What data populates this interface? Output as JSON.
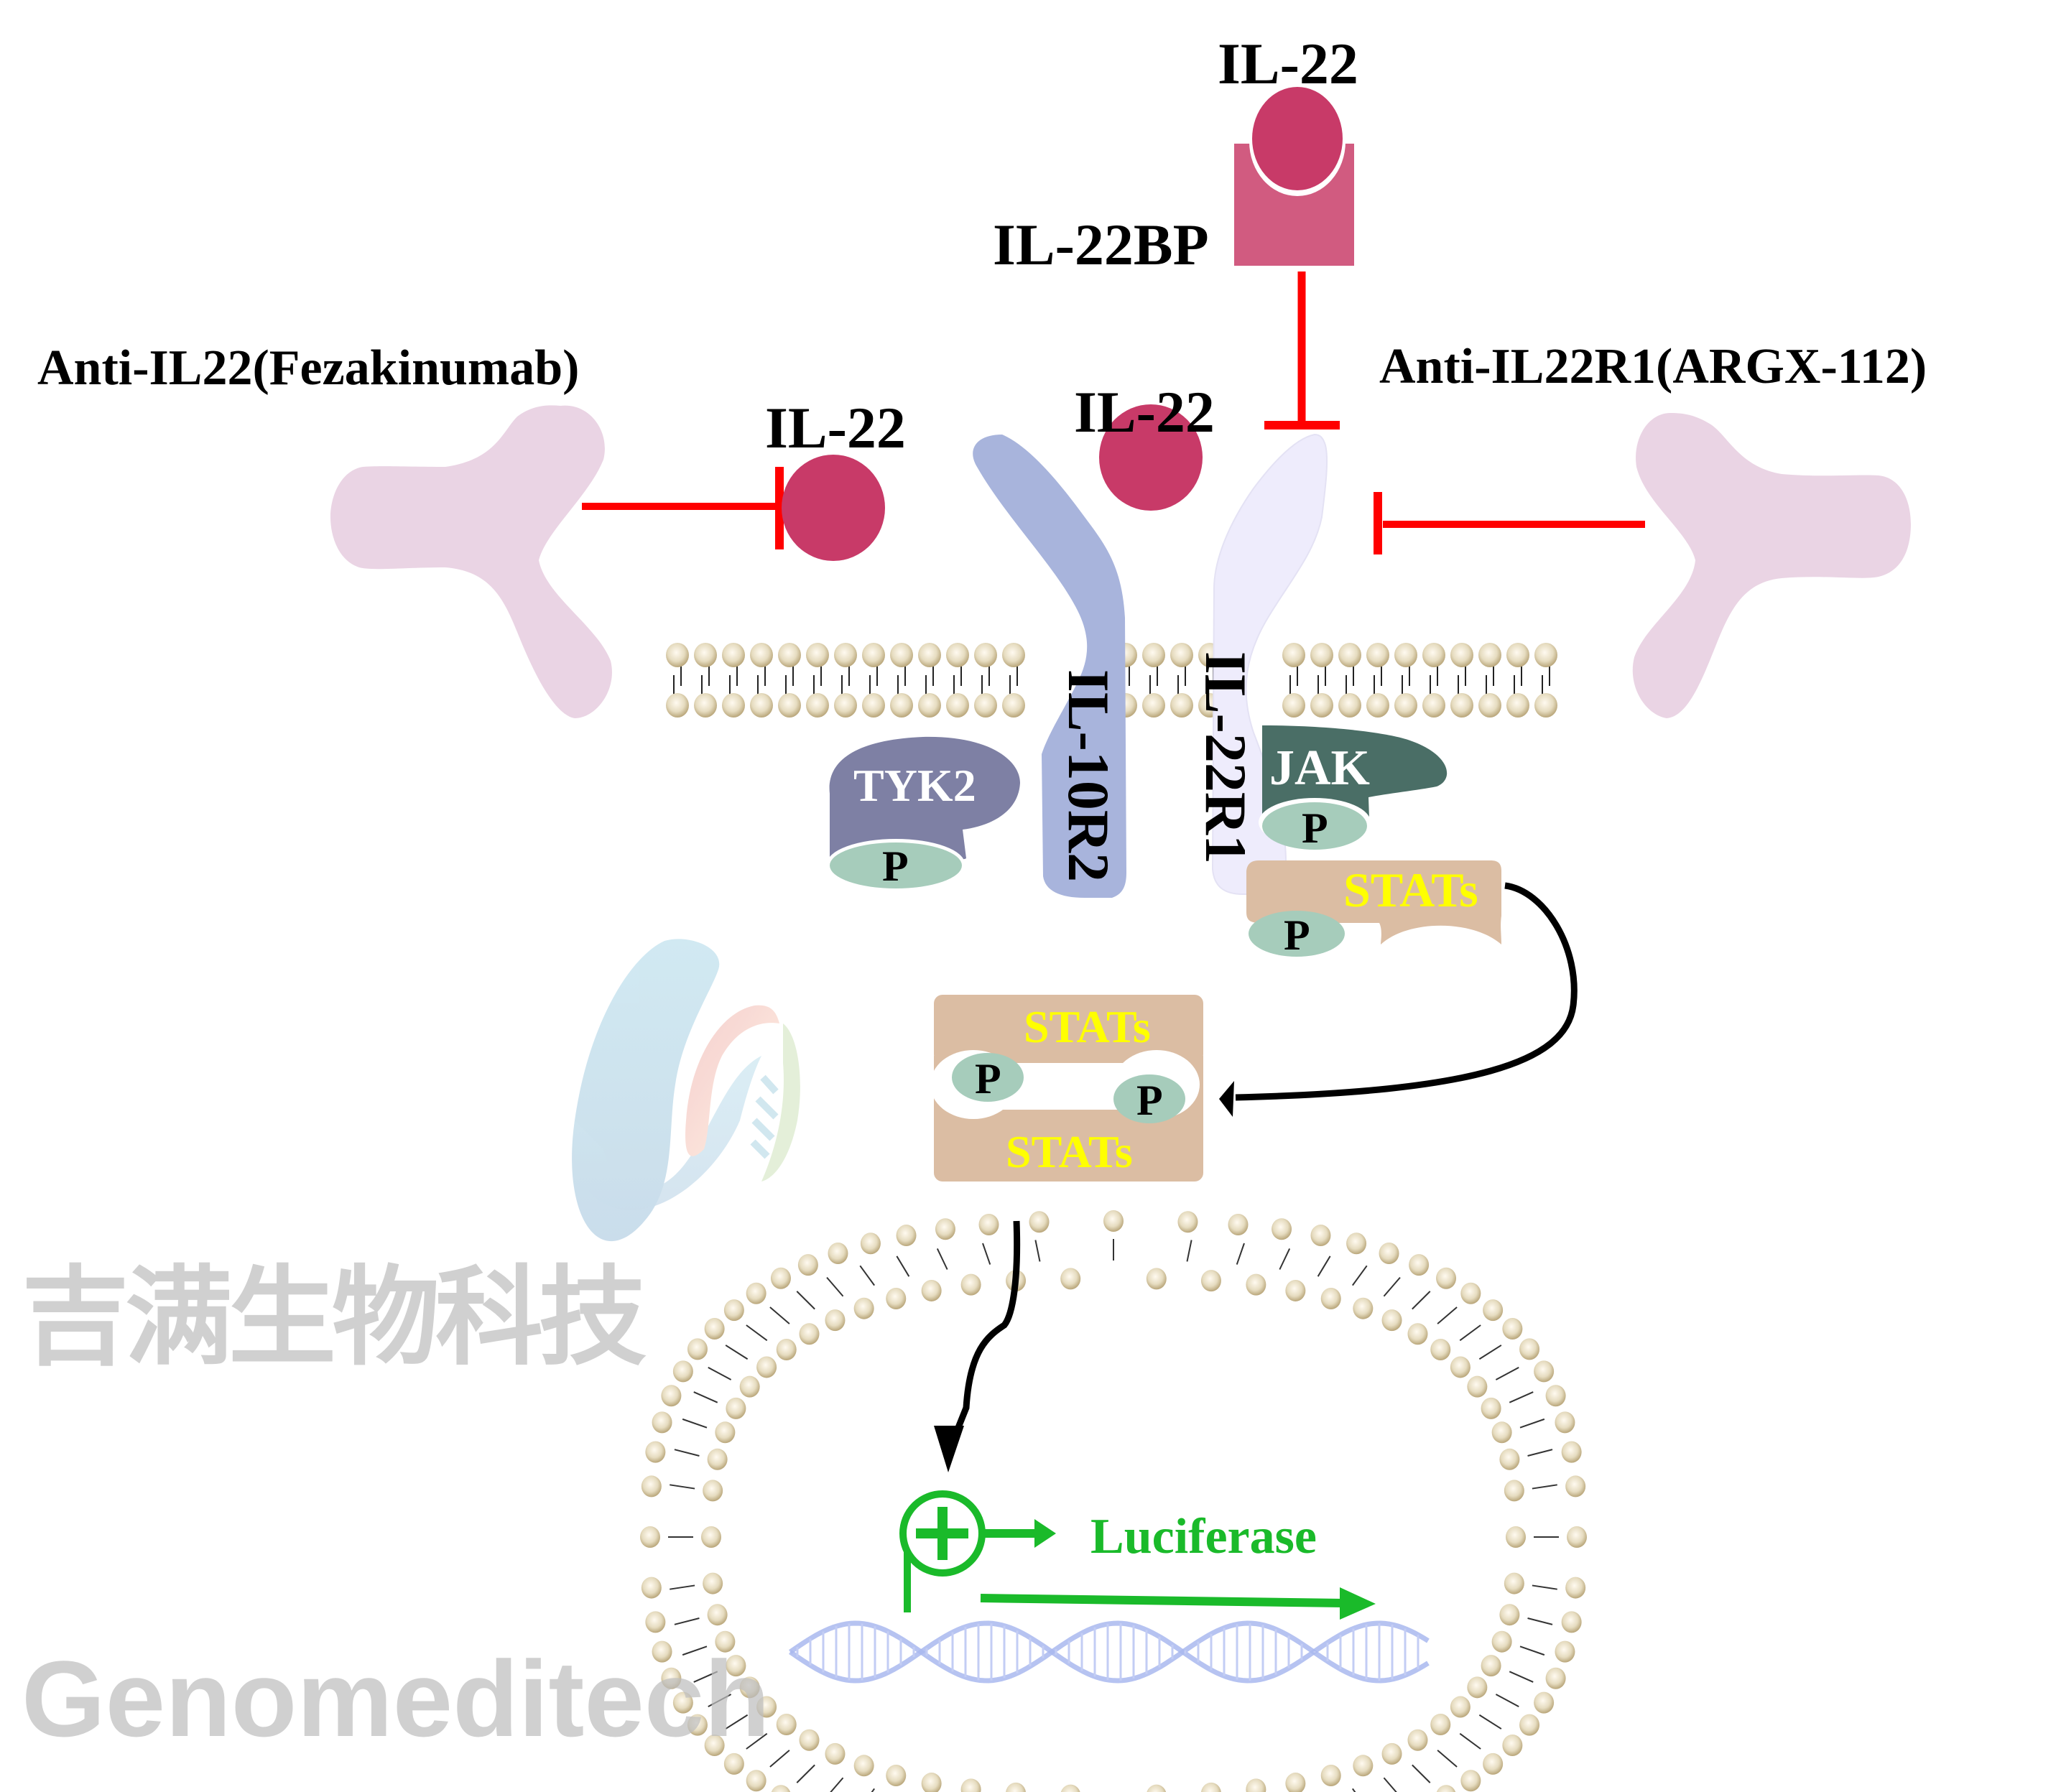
{
  "ligands": {
    "il22_top": "IL-22",
    "il22bp": "IL-22BP",
    "il22_left": "IL-22",
    "il22_center": "IL-22"
  },
  "antibodies": {
    "left": "Anti-IL22(Fezakinumab)",
    "right": "Anti-IL22R1(ARGX-112)"
  },
  "receptors": {
    "il10r2": "IL-10R2",
    "il22r1": "IL-22R1"
  },
  "kinases": {
    "tyk2": "TYK2",
    "jak": "JAK",
    "phospho": "P"
  },
  "stats": {
    "monomer": "STATs",
    "dimer_top": "STATs",
    "dimer_bottom": "STATs"
  },
  "reporter": {
    "gene": "Luciferase"
  },
  "watermark": {
    "chinese": "吉满生物科技",
    "english": "Genomeditech"
  },
  "colors": {
    "il22": "#c83a68",
    "il22bp": "#d15b80",
    "antibody": "#ead4e4",
    "inhibit": "#ff0000",
    "il10r2": "#a8b4dc",
    "il22r1": "#eeecfc",
    "tyk2": "#7e80a4",
    "jak": "#4a6e66",
    "phospho": "#a6ccbb",
    "stats": "#dbbda3",
    "stats_text": "#ffff00",
    "reporter": "#1aba2a",
    "lipid": "#c8b78e",
    "dna": "#a9b8ee",
    "watermark": "#c8c8c8"
  }
}
